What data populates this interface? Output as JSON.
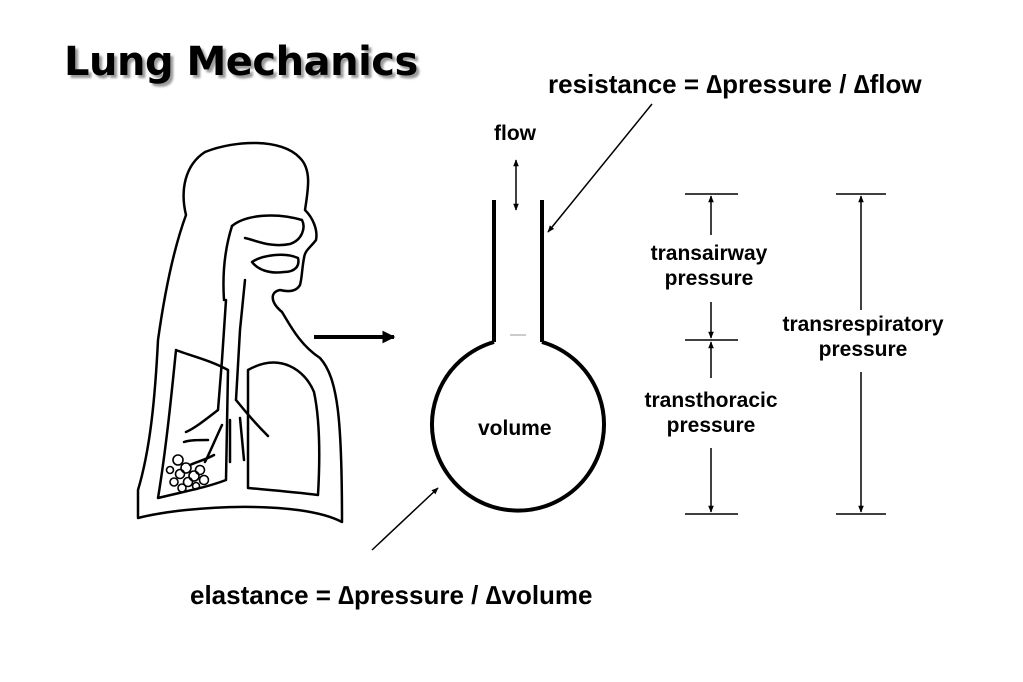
{
  "title": "Lung Mechanics",
  "resistance_equation": "resistance = ∆pressure / ∆flow",
  "elastance_equation": "elastance = ∆pressure / ∆volume",
  "flow_label": "flow",
  "volume_label": "volume",
  "transairway_line1": "transairway",
  "transairway_line2": "pressure",
  "transthoracic_line1": "transthoracic",
  "transthoracic_line2": "pressure",
  "transrespiratory_line1": "transrespiratory",
  "transrespiratory_line2": "pressure"
}
